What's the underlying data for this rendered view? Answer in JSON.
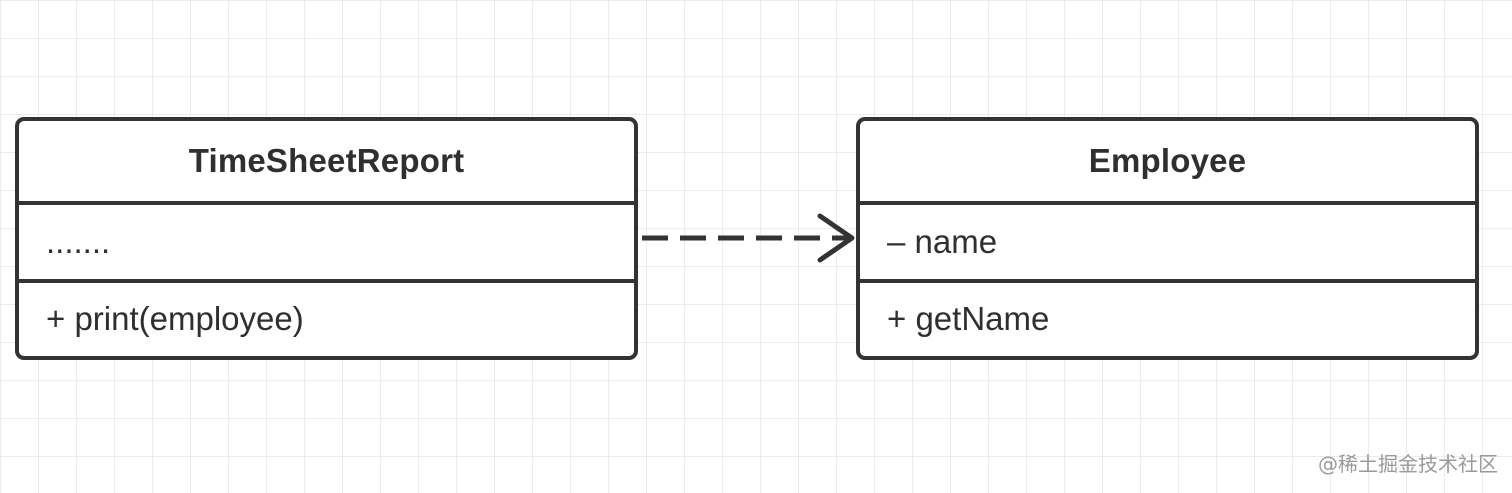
{
  "diagram": {
    "classes": [
      {
        "id": "timesheet",
        "name": "TimeSheetReport",
        "attributes": ".......",
        "methods": "+ print(employee)"
      },
      {
        "id": "employee",
        "name": "Employee",
        "attributes": "– name",
        "methods": "+ getName"
      }
    ],
    "relationship": {
      "type": "dependency",
      "from": "TimeSheetReport",
      "to": "Employee",
      "line_style": "dashed",
      "color": "#333333"
    }
  },
  "watermark": "@稀土掘金技术社区"
}
